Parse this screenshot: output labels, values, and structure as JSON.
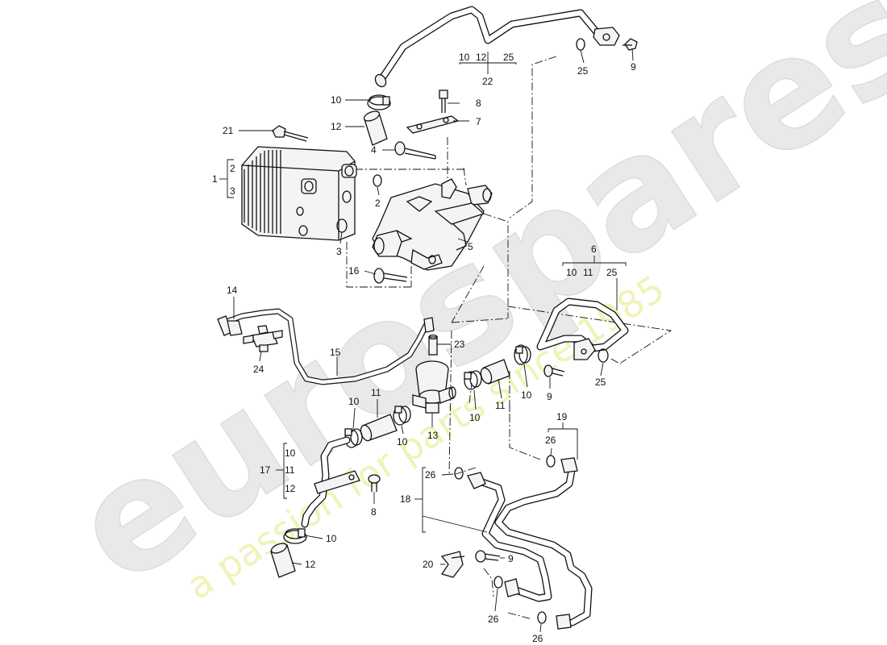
{
  "watermark": {
    "brand": "eurospares",
    "tagline": "a passion for parts since 1985",
    "brand_color": "#e6e6e6",
    "tagline_color": "#eef2b0"
  },
  "callouts": {
    "c1": "1",
    "c2a": "2",
    "c3a": "3",
    "c2b": "2",
    "c3b": "3",
    "c4": "4",
    "c5": "5",
    "c6": "6",
    "c7": "7",
    "c8a": "8",
    "c8b": "8",
    "c9a": "9",
    "c9b": "9",
    "c9c": "9",
    "c10a": "10",
    "c10b": "10",
    "c10c": "10",
    "c10d": "10",
    "c10e": "10",
    "c10f": "10",
    "c10g": "10",
    "c10h": "10",
    "c10i": "10",
    "c11a": "11",
    "c11b": "11",
    "c11c": "11",
    "c11d": "11",
    "c12a": "12",
    "c12b": "12",
    "c12c": "12",
    "c12d": "12",
    "c13": "13",
    "c14": "14",
    "c15": "15",
    "c16": "16",
    "c17": "17",
    "c18": "18",
    "c19": "19",
    "c20": "20",
    "c21": "21",
    "c22": "22",
    "c23": "23",
    "c24": "24",
    "c25a": "25",
    "c25b": "25",
    "c25c": "25",
    "c25d": "25",
    "c26a": "26",
    "c26b": "26",
    "c26c": "26",
    "c26d": "26"
  },
  "colors": {
    "line": "#111111",
    "background": "#ffffff"
  }
}
